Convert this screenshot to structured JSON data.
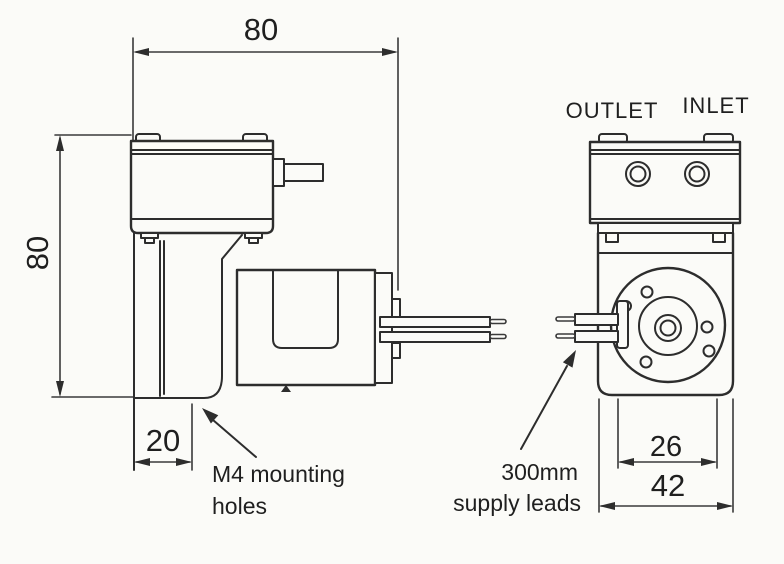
{
  "labels": {
    "side_top_width": "80",
    "side_height": "80",
    "side_foot_offset": "20",
    "mounting_note_line1": "M4 mounting",
    "mounting_note_line2": "holes",
    "outlet": "OUTLET",
    "inlet": "INLET",
    "front_hole_spacing": "26",
    "front_width": "42",
    "leads_note_line1": "300mm",
    "leads_note_line2": "supply leads"
  },
  "colors": {
    "line": "#2d2d2d",
    "paper": "#fbfbf8",
    "text": "#1f1f1f"
  }
}
